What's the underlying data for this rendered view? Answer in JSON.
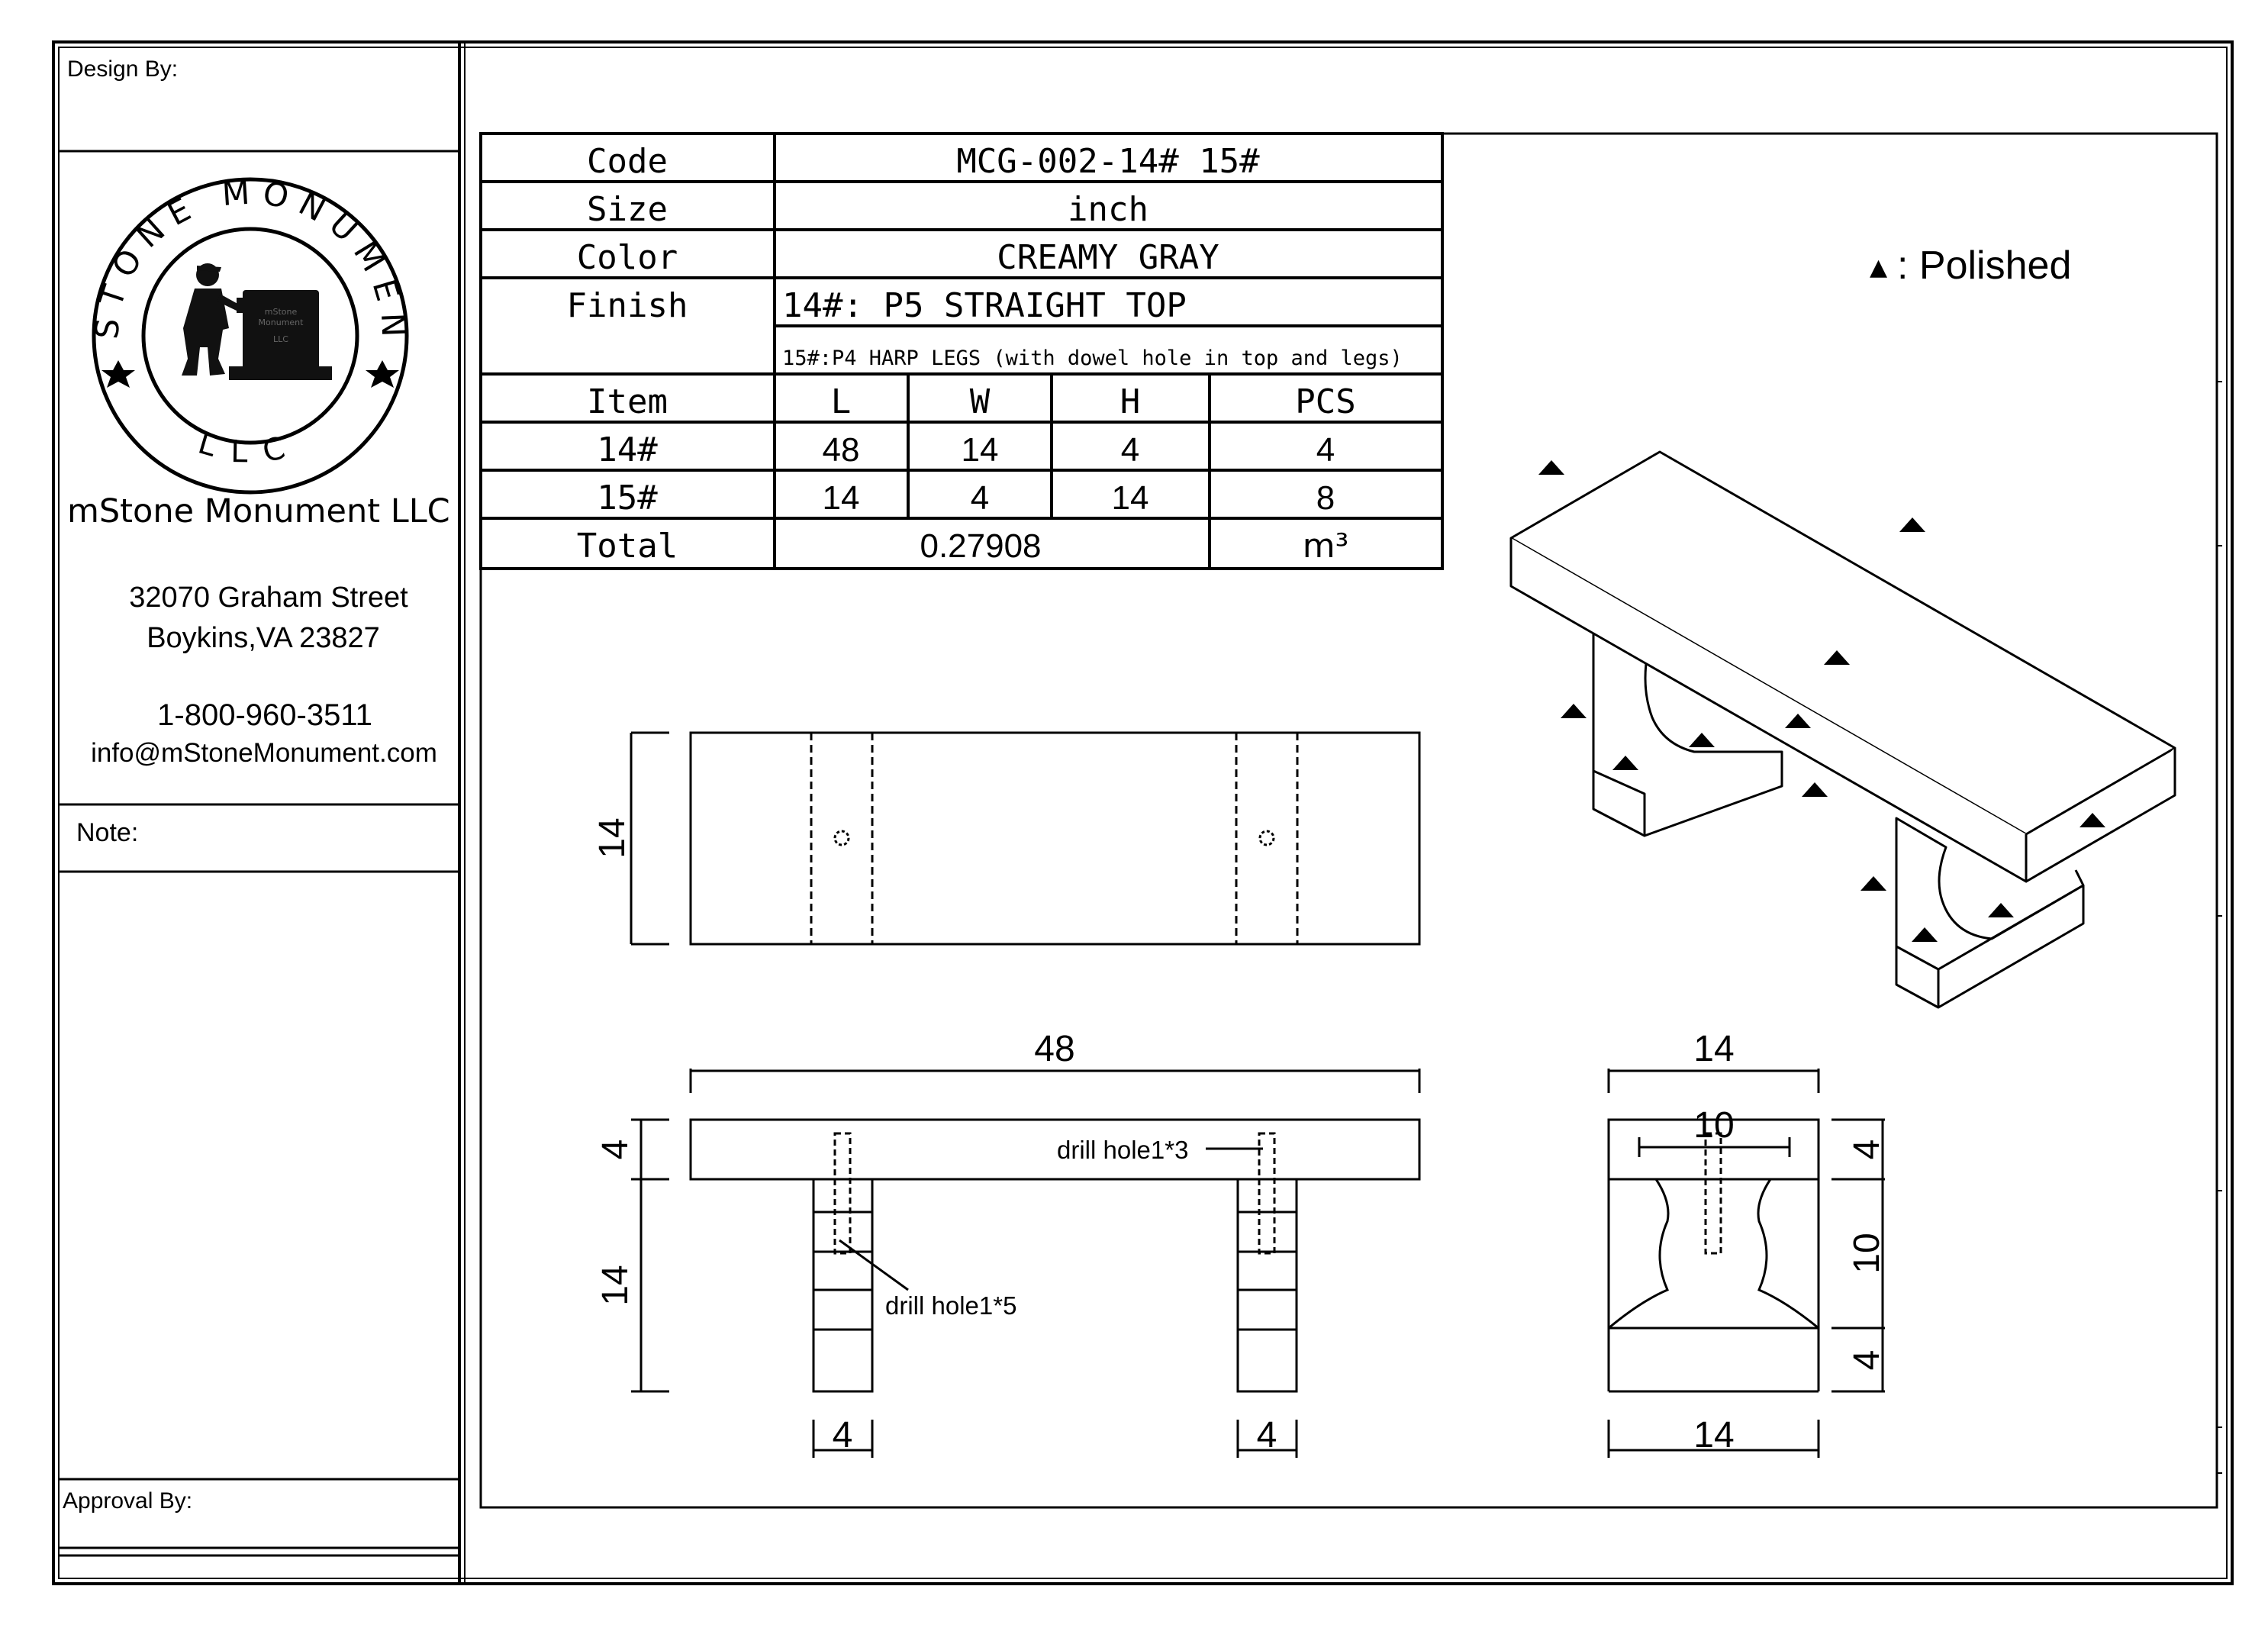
{
  "title_block": {
    "design_by": "Design By:",
    "company": "mStone Monument LLC",
    "address_line1": "32070 Graham Street",
    "address_line2": "Boykins,VA 23827",
    "phone": "1-800-960-3511",
    "email": "info@mStoneMonument.com",
    "note": "Note:",
    "approval_by": "Approval By:"
  },
  "logo": {
    "ring_top": "MSTONE MONUMENT",
    "ring_bottom": "LLC",
    "stone_text": [
      "mStone",
      "Monument",
      "LLC"
    ]
  },
  "spec_table": {
    "code_label": "Code",
    "code_value": "MCG-002-14# 15#",
    "size_label": "Size",
    "size_value": "inch",
    "color_label": "Color",
    "color_value": "CREAMY GRAY",
    "finish_label": "Finish",
    "finish_value": "14#: P5 STRAIGHT TOP",
    "finish_value2": "15#:P4 HARP LEGS (with dowel hole in top and legs)",
    "headers": [
      "Item",
      "L",
      "W",
      "H",
      "PCS"
    ],
    "rows": [
      [
        "14#",
        "48",
        "14",
        "4",
        "4"
      ],
      [
        "15#",
        "14",
        "4",
        "14",
        "8"
      ]
    ],
    "total_label": "Total",
    "total_value": "0.27908",
    "total_unit": "m³"
  },
  "legend": {
    "symbol": "▲",
    "text": ": Polished"
  },
  "dimensions": {
    "top_view_width": "14",
    "front_length": "48",
    "front_top_thickness": "4",
    "front_leg_height": "14",
    "leg_width_left": "4",
    "leg_width_right": "4",
    "drill_top": "drill hole1*3",
    "drill_leg": "drill hole1*5",
    "side_top_width": "14",
    "side_inner": "10",
    "side_right_top": "4",
    "side_right_mid": "10",
    "side_right_bottom": "4",
    "side_bottom_width": "14"
  }
}
